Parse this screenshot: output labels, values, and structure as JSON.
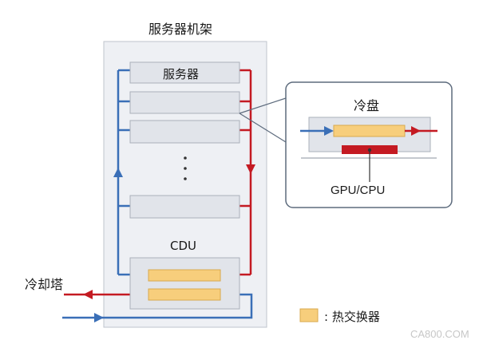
{
  "rack": {
    "title": "服务器机架",
    "server_label": "服务器",
    "cdu_label": "CDU"
  },
  "cooling_tower": {
    "label": "冷却塔"
  },
  "cold_plate": {
    "title": "冷盘",
    "chip_label": "GPU/CPU"
  },
  "legend": {
    "label": ": 热交换器"
  },
  "watermark": "CA800.COM",
  "colors": {
    "cold": "#3a6fb7",
    "hot": "#c41a22",
    "exchanger": "#f7ce7c",
    "server": "#e1e4ea",
    "rack": "#eef0f4"
  }
}
